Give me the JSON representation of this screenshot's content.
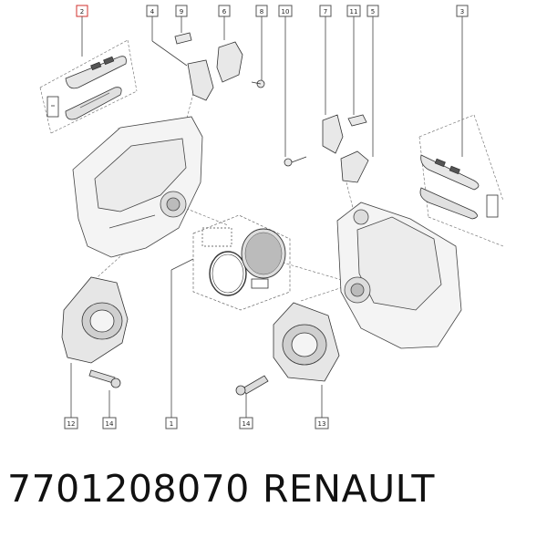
{
  "footer": {
    "part_number": "7701208070",
    "brand": "RENAULT"
  },
  "callouts": [
    {
      "id": "c2",
      "label": "2",
      "highlight": true
    },
    {
      "id": "c4",
      "label": "4"
    },
    {
      "id": "c9",
      "label": "9"
    },
    {
      "id": "c6",
      "label": "6"
    },
    {
      "id": "c8",
      "label": "8"
    },
    {
      "id": "c10",
      "label": "10"
    },
    {
      "id": "c7",
      "label": "7"
    },
    {
      "id": "c11",
      "label": "11"
    },
    {
      "id": "c5",
      "label": "5"
    },
    {
      "id": "c3",
      "label": "3"
    },
    {
      "id": "c12",
      "label": "12"
    },
    {
      "id": "c14a",
      "label": "14"
    },
    {
      "id": "c1",
      "label": "1"
    },
    {
      "id": "c14b",
      "label": "14"
    },
    {
      "id": "c13",
      "label": "13"
    }
  ],
  "colors": {
    "highlight": "#d0312d",
    "line": "#444444",
    "part_fill": "#eeeeee"
  }
}
